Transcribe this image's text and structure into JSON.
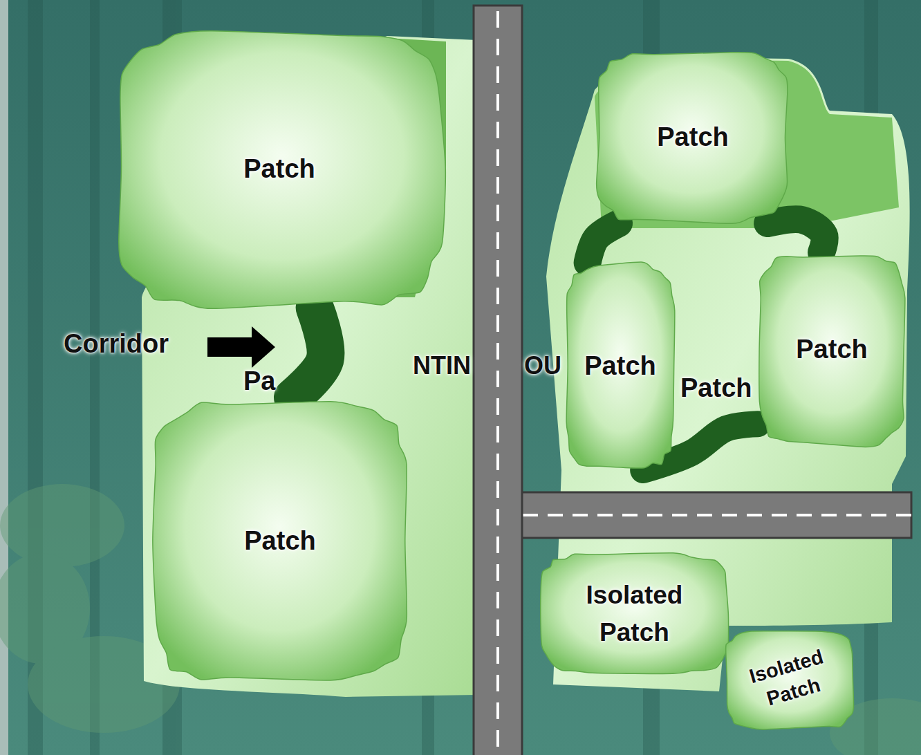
{
  "diagram": {
    "nodes": [
      {
        "text": [
          "Patch"
        ]
      },
      {
        "text": [
          "Patch"
        ]
      },
      {
        "text": [
          "Patch"
        ]
      },
      {
        "text": [
          "Patch"
        ]
      },
      {
        "text": [
          "Patch"
        ]
      },
      {
        "text": [
          "Isolated Patch"
        ]
      },
      {
        "text": [
          "Isolated Patch"
        ]
      }
    ],
    "edges": [
      {
        "from": 0,
        "to": 4,
        "arrow": "none"
      },
      {
        "from": 1,
        "to": 2,
        "arrow": "none"
      },
      {
        "from": 1,
        "to": 3,
        "arrow": "none"
      },
      {
        "from": 2,
        "to": 3,
        "arrow": "none"
      }
    ],
    "labels": [
      "Corridor",
      "Pa",
      "NTIN",
      "OU",
      "Patch"
    ]
  }
}
